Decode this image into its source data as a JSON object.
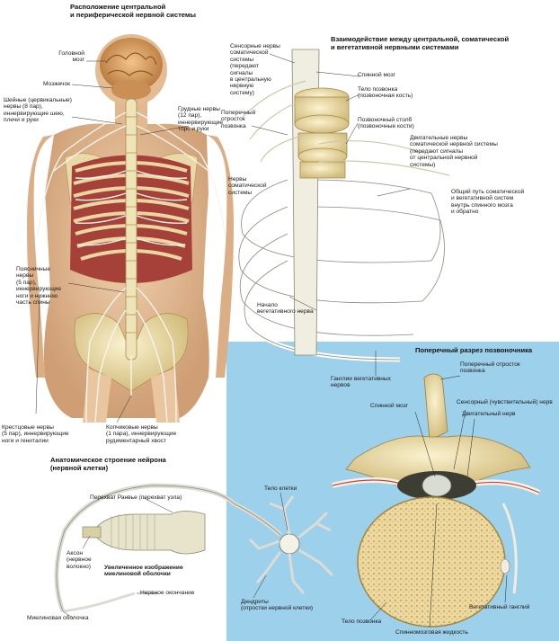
{
  "panels": {
    "body": {
      "title": "Расположение центральной\nи периферической нервной системы",
      "labels": {
        "brain": "Головной\nмозг",
        "cerebellum": "Мозжечок",
        "cervical": "Шейные (цервикальные)\nнервы (8 пар),\nиннервирующие шею,\nплечи и руки",
        "thoracic": "Грудные нервы\n(12 пар),\nиннервирующие\nторс и руки",
        "lumbar": "Поясничные\nнервы\n(5 пар),\nиннервирующие\nноги и нижнюю\nчасть спины",
        "sacral": "Крестцовые нервы\n(5 пар), иннервирующие\nноги и гениталии",
        "coccygeal": "Копчиковые нервы\n(1 пара), иннервирующие\nрудиментарный хвост"
      }
    },
    "spinal": {
      "title": "Взаимодействие между центральной, соматической\nи вегетативной нервными системами",
      "labels": {
        "sensory": "Сенсорные нервы\nсоматической\nсистемы\n(передают\nсигналы\nв центральную\nнервную\nсистему)",
        "cord": "Спинной мозг",
        "vertebra_body": "Тело позвонка\n(позвоночная кость)",
        "transverse": "Поперечный\nотросток\nпозвонка",
        "column": "Позвоночный столб\n(позвоночные кости)",
        "motor": "Двигательные нервы\nсоматической нервной системы\n(передают сигналы\nот центральной нервной\nсистемы)",
        "somatic": "Нервы\nсоматической\nсистемы",
        "common_path": "Общий путь соматической\nи вегетативной систем\nвнутрь спинного мозга\nи обратно",
        "vegetative_start": "Начало\nвегетативного нерва",
        "ganglia": "Ганглии вегетативных\nнервов"
      }
    },
    "section": {
      "title": "Поперечный разрез позвоночника",
      "labels": {
        "transverse": "Поперечный отросток\nпозвонка",
        "cord": "Спинной мозг",
        "sensory": "Сенсорный (чувствительный) нерв",
        "motor": "Двигательный нерв",
        "body": "Тело позвонка",
        "csf": "Спинномозговая жидкость",
        "ganglion": "Вегетативный ганглий"
      }
    },
    "neuron": {
      "title": "Анатомическое строение нейрона\n(нервной клетки)",
      "labels": {
        "ranvier": "Перехват Ранвье (перехват узла)",
        "cell_body": "Тело клетки",
        "axon": "Аксон\n(нервное\nволокно)",
        "myelin_zoom": "Увеличенное изображение\nмиелиновой оболочки",
        "dendrites": "Дендриты\n(отростки нервной клетки)",
        "terminal": "Нервное окончание",
        "myelin": "Миелиновая оболочка"
      }
    }
  },
  "colors": {
    "panel_blue": "#9dd0ea",
    "bone": "#e8d9a6",
    "muscle": "#c0524a",
    "skin": "#e9c6a0",
    "nerve": "#f2f2ea"
  }
}
